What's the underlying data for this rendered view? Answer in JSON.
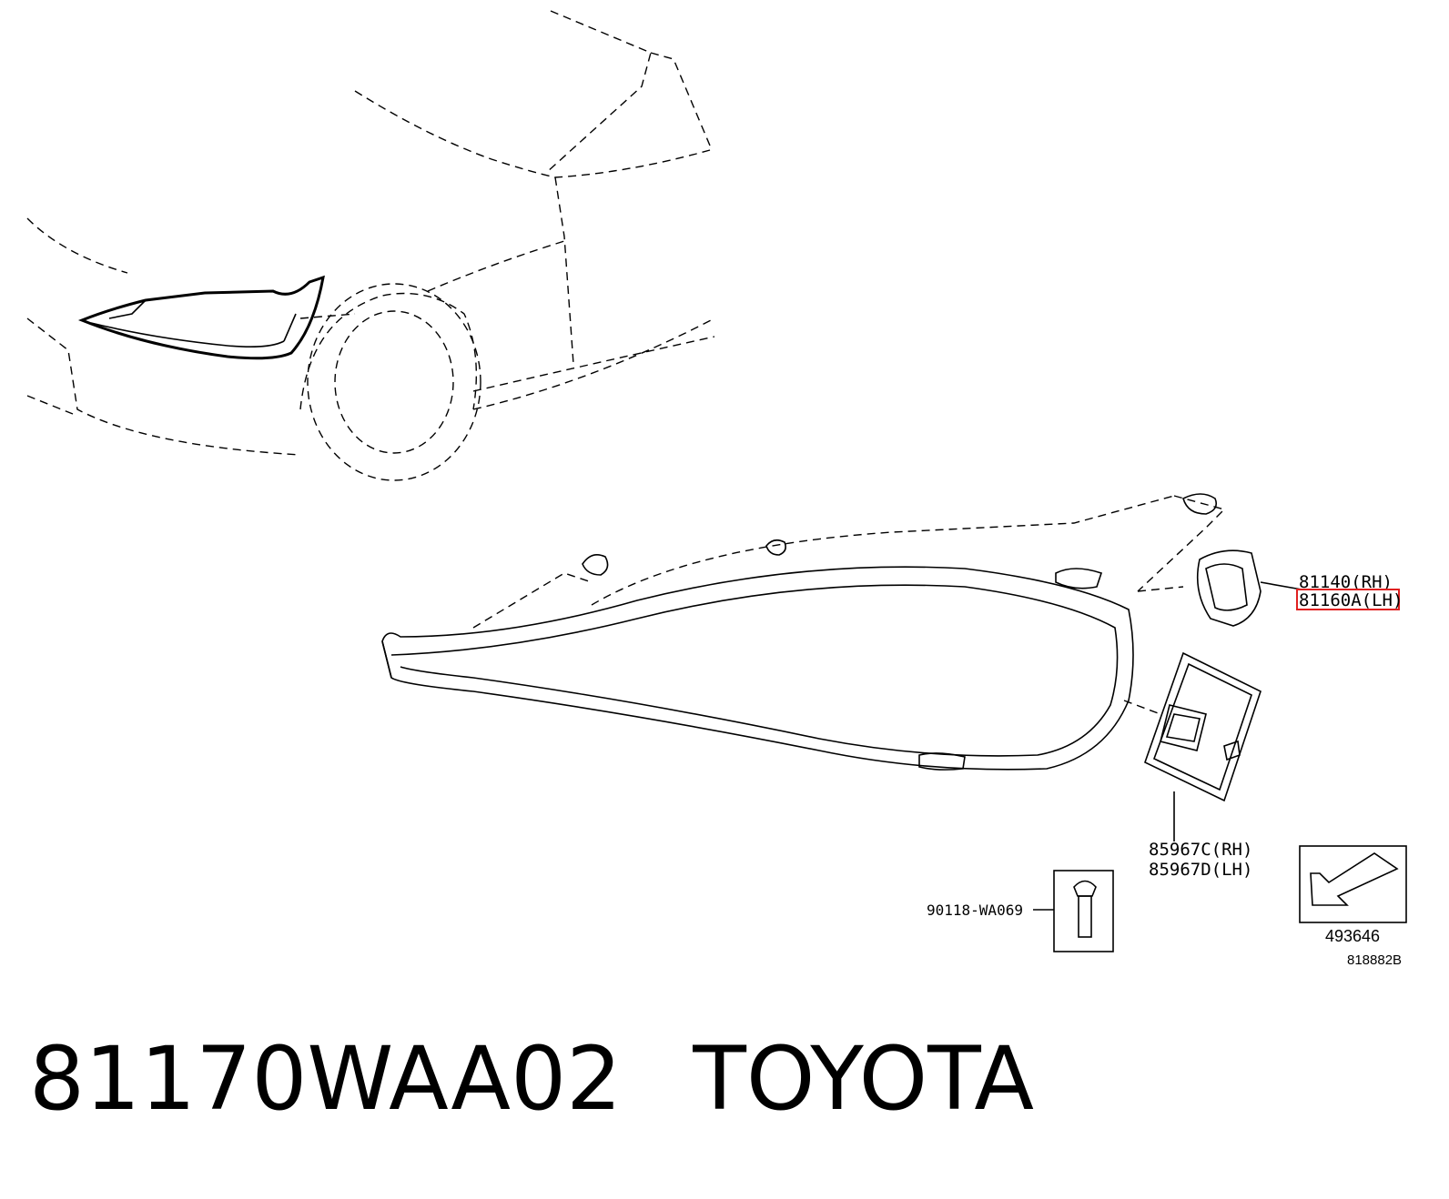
{
  "callouts": {
    "lamp_rh": "81140(RH)",
    "lamp_lh": "81160A(LH)",
    "ballast_rh": "85967C(RH)",
    "ballast_lh": "85967D(LH)",
    "screw": "90118-WA069",
    "symbol_code": "493646",
    "illustration_code": "818882B"
  },
  "highlight_color": "#e02020",
  "caption": {
    "part_number": "81170WAA02",
    "brand": "TOYOTA"
  }
}
